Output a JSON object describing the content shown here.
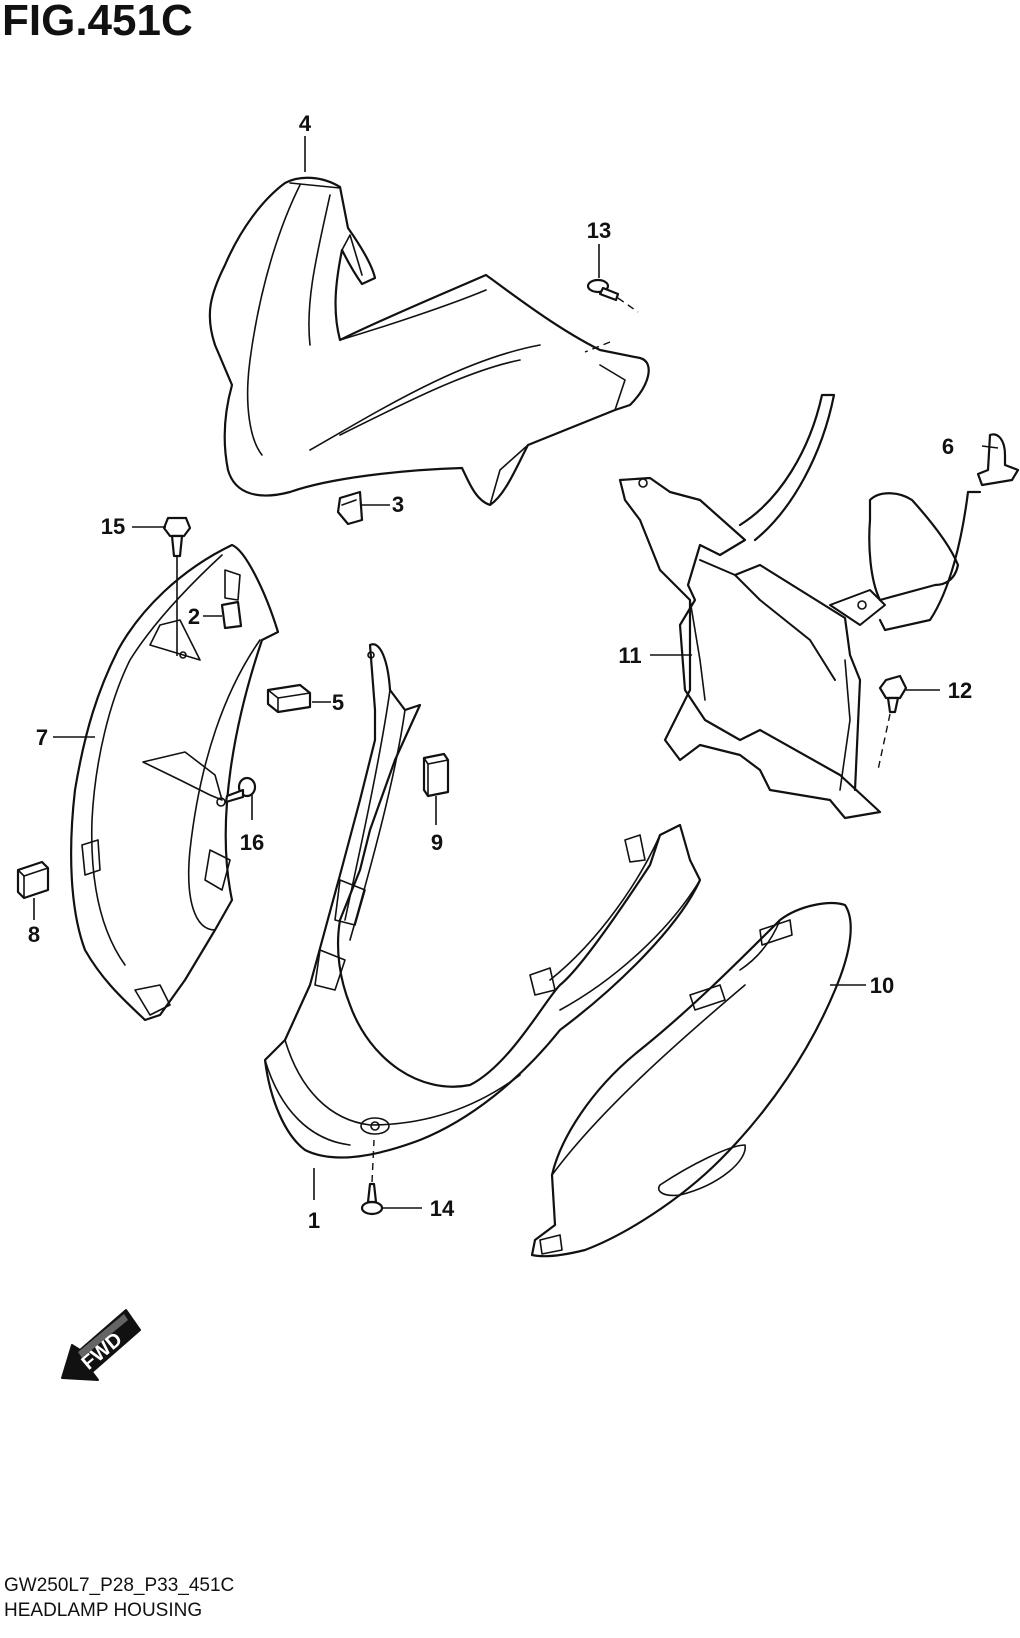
{
  "figure": {
    "title": "FIG.451C",
    "code": "GW250L7_P28_P33_451C",
    "name": "HEADLAMP HOUSING"
  },
  "direction_marker": {
    "label": "FWD"
  },
  "callouts": [
    "1",
    "2",
    "3",
    "4",
    "5",
    "6",
    "7",
    "8",
    "9",
    "10",
    "11",
    "12",
    "13",
    "14",
    "15",
    "16"
  ]
}
